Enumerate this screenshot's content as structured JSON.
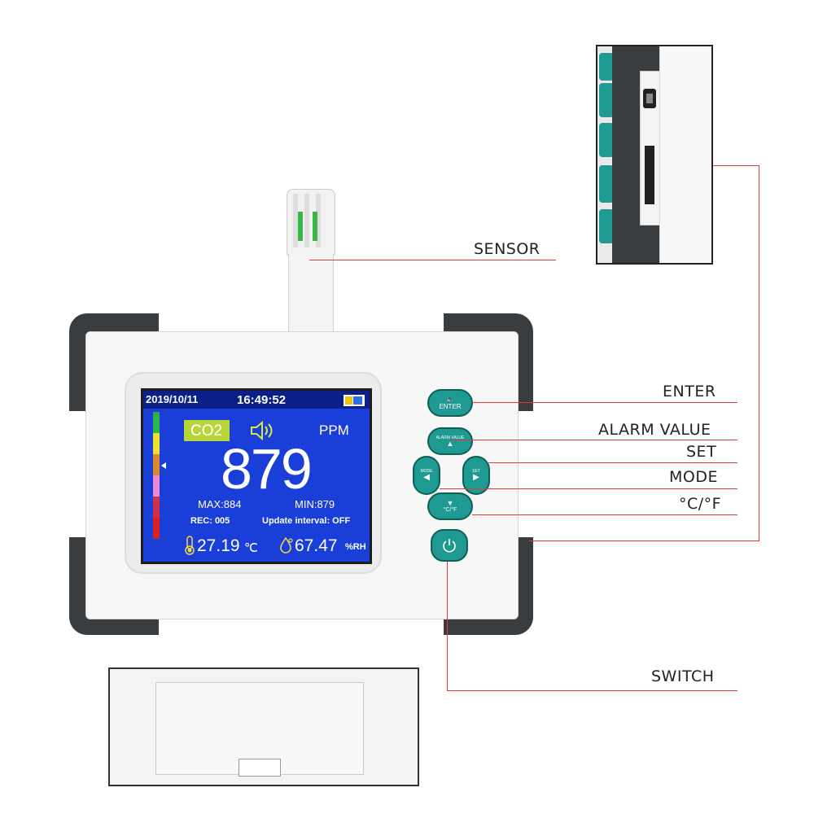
{
  "screen": {
    "date": "2019/10/11",
    "time": "16:49:52",
    "gas": "CO2",
    "unit": "PPM",
    "value": "879",
    "max": "MAX:884",
    "min": "MIN:879",
    "rec": "REC: 005",
    "interval": "Update interval: OFF",
    "temperature": "27.19",
    "temperature_unit": "℃",
    "humidity": "67.47",
    "humidity_unit": "%RH"
  },
  "buttons": {
    "enter": "ENTER",
    "alarm": "ALARM VALUE",
    "mode": "MODE",
    "set": "SET",
    "unit": "°C/°F"
  },
  "callouts": {
    "sensor": "SENSOR",
    "enter": "ENTER",
    "alarm_value": "ALARM VALUE",
    "set": "SET",
    "mode": "MODE",
    "unit": "°C/°F",
    "switch": "SWITCH"
  },
  "colors": {
    "screen_bg": "#1a3fd8",
    "button": "#1e9a92",
    "callout_line": "#e23b3b",
    "co2_badge": "#b8d63a"
  },
  "scale_colors": [
    "#2ab54a",
    "#f2e02a",
    "#e08a30",
    "#e88ad8",
    "#d03048",
    "#e01e1e"
  ]
}
